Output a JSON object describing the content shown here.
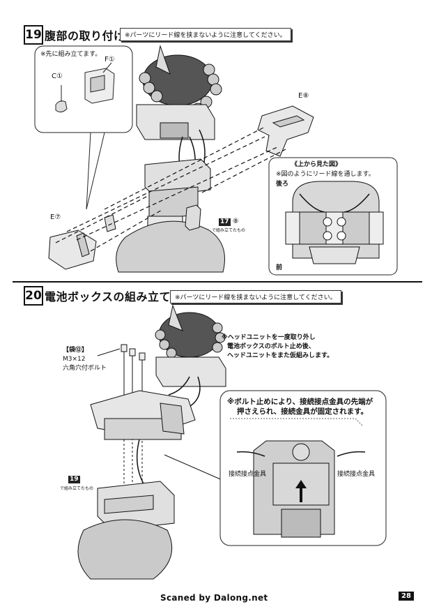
{
  "step19": {
    "number": "19",
    "title": "腹部の取り付け",
    "note": "※パーツにリード線を挟まないように注意してください。",
    "pre_assembled": "※先に組み立てます。",
    "part_c1": "C①",
    "part_f1": "F①",
    "part_e8": "E⑧",
    "part_e7": "E⑦",
    "ref_badge": "17",
    "ref_part": "⑧",
    "ref_text": "で組み立てたもの",
    "topview": {
      "title": "《上から見た図》",
      "note": "※図のようにリード線を通します。",
      "back_label": "後ろ",
      "front_label": "前"
    }
  },
  "step20": {
    "number": "20",
    "title": "電池ボックスの組み立て",
    "note": "※パーツにリード線を挟まないように注意してください。",
    "bag": "【袋⑫】",
    "bolt_size": "M3×12",
    "bolt_name": "六角穴付ボルト",
    "head_note_line1": "※ヘッドユニットを一度取り外し",
    "head_note_line2": "電池ボックスのボルト止め後、",
    "head_note_line3": "ヘッドユニットをまた仮組みします。",
    "ref_badge": "19",
    "ref_text": "で組み立てたもの",
    "callout": {
      "line1": "※ボルト止めにより、接続接点金具の先端が",
      "line2": "押さえられ、接続金具が固定されます。",
      "left_label": "接続接点金具",
      "right_label": "接続接点金具"
    }
  },
  "footer": {
    "credit": "Scaned by Dalong.net",
    "page": "28"
  }
}
